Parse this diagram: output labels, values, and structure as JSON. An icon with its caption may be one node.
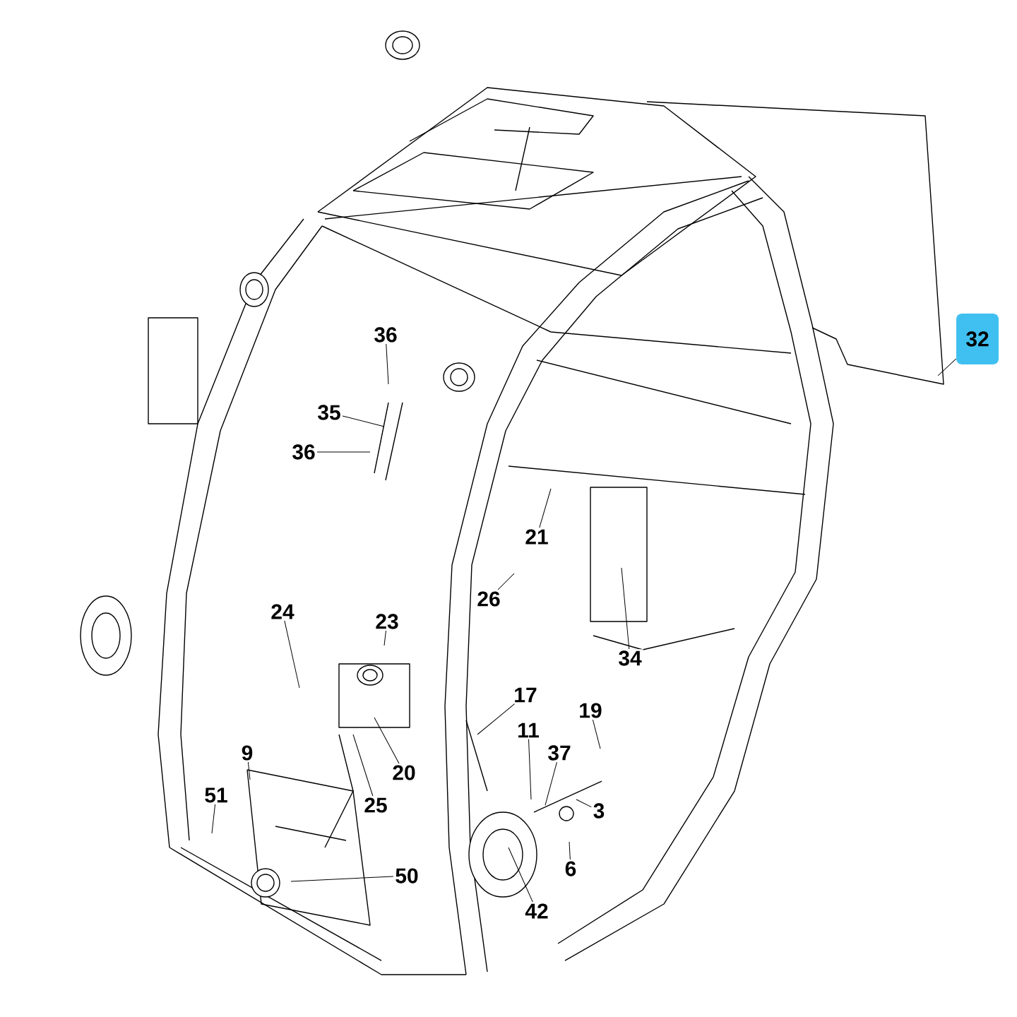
{
  "diagram": {
    "nodes": [
      {
        "text": [
          "36"
        ]
      },
      {
        "text": [
          "35"
        ]
      },
      {
        "text": [
          "36"
        ]
      },
      {
        "text": [
          "32"
        ]
      },
      {
        "text": [
          "21"
        ]
      },
      {
        "text": [
          "26"
        ]
      },
      {
        "text": [
          "24"
        ]
      },
      {
        "text": [
          "23"
        ]
      },
      {
        "text": [
          "34"
        ]
      },
      {
        "text": [
          "17"
        ]
      },
      {
        "text": [
          "19"
        ]
      },
      {
        "text": [
          "11"
        ]
      },
      {
        "text": [
          "37"
        ]
      },
      {
        "text": [
          "9"
        ]
      },
      {
        "text": [
          "20"
        ]
      },
      {
        "text": [
          "51"
        ]
      },
      {
        "text": [
          "3"
        ]
      },
      {
        "text": [
          "25"
        ]
      },
      {
        "text": [
          "6"
        ]
      },
      {
        "text": [
          "50"
        ]
      },
      {
        "text": [
          "42"
        ]
      }
    ],
    "edges": [
      {
        "from": 0,
        "to": null,
        "arrow": "none"
      },
      {
        "from": 1,
        "to": null,
        "arrow": "none"
      },
      {
        "from": 2,
        "to": null,
        "arrow": "none"
      },
      {
        "from": 3,
        "to": null,
        "arrow": "none"
      },
      {
        "from": 4,
        "to": null,
        "arrow": "none"
      },
      {
        "from": 5,
        "to": null,
        "arrow": "none"
      },
      {
        "from": 6,
        "to": null,
        "arrow": "none"
      },
      {
        "from": 7,
        "to": null,
        "arrow": "none"
      },
      {
        "from": 8,
        "to": null,
        "arrow": "none"
      },
      {
        "from": 9,
        "to": null,
        "arrow": "none"
      },
      {
        "from": 10,
        "to": null,
        "arrow": "none"
      },
      {
        "from": 11,
        "to": null,
        "arrow": "none"
      },
      {
        "from": 12,
        "to": null,
        "arrow": "none"
      },
      {
        "from": 13,
        "to": null,
        "arrow": "none"
      },
      {
        "from": 14,
        "to": null,
        "arrow": "none"
      },
      {
        "from": 15,
        "to": null,
        "arrow": "none"
      },
      {
        "from": 16,
        "to": null,
        "arrow": "none"
      },
      {
        "from": 17,
        "to": null,
        "arrow": "none"
      },
      {
        "from": 18,
        "to": null,
        "arrow": "none"
      },
      {
        "from": 19,
        "to": null,
        "arrow": "none"
      },
      {
        "from": 20,
        "to": null,
        "arrow": "none"
      }
    ]
  }
}
